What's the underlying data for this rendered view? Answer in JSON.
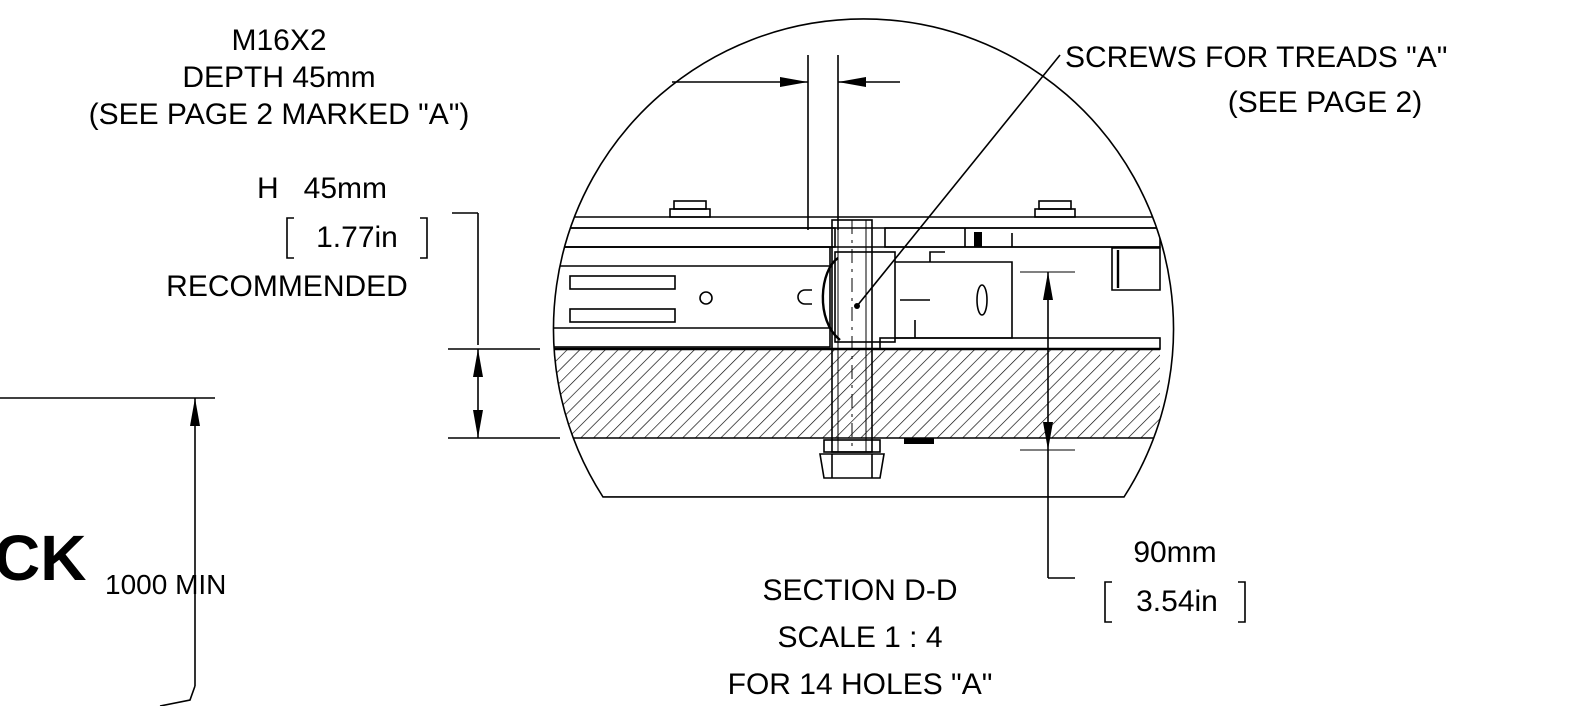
{
  "callouts": {
    "thread": [
      "M16X2",
      "DEPTH 45mm",
      "(SEE PAGE 2 MARKED \"A\")"
    ],
    "screws": [
      "SCREWS FOR TREADS \"A\"",
      "(SEE PAGE 2)"
    ],
    "height": {
      "line1": "H   45mm",
      "line2": "1.77in",
      "line3": "RECOMMENDED"
    },
    "depth": {
      "line1": "90mm",
      "line2": "3.54in"
    },
    "min_clearance": "1000 MIN",
    "partial_word": "CK",
    "section": [
      "SECTION D-D",
      "SCALE 1 : 4",
      "FOR 14 HOLES \"A\""
    ]
  },
  "colors": {
    "ink": "#000000",
    "paper": "#ffffff"
  }
}
